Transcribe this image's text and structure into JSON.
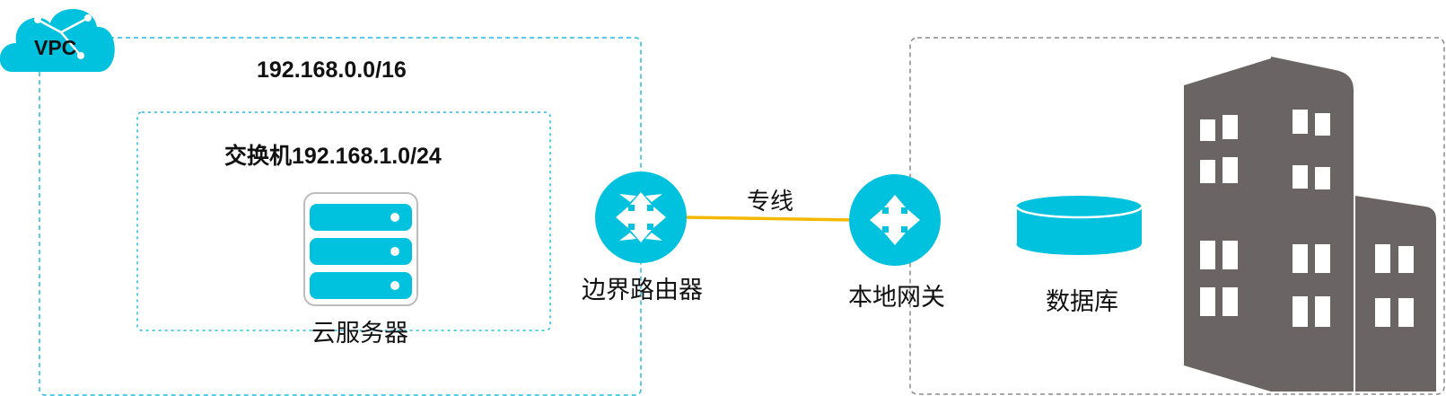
{
  "vpc": {
    "badge": "VPC",
    "cidr": "192.168.0.0/16"
  },
  "switch": {
    "label": "交换机192.168.1.0/24"
  },
  "server": {
    "label": "云服务器"
  },
  "border_router": {
    "label": "边界路由器"
  },
  "link": {
    "label": "专线"
  },
  "local_gateway": {
    "label": "本地网关"
  },
  "database": {
    "label": "数据库"
  },
  "colors": {
    "accent": "#00C1DE",
    "vpc_border": "#22BCE3",
    "onprem_border": "#8A8A8A",
    "link": "#F5B800",
    "building": "#6B6465",
    "text": "#111111"
  },
  "icons": {
    "vpc": "cloud-network-icon",
    "server": "server-rack-icon",
    "router": "router-arrows-icon",
    "gateway": "router-arrows-icon",
    "database": "database-cylinder-icon",
    "building": "office-buildings-icon"
  }
}
